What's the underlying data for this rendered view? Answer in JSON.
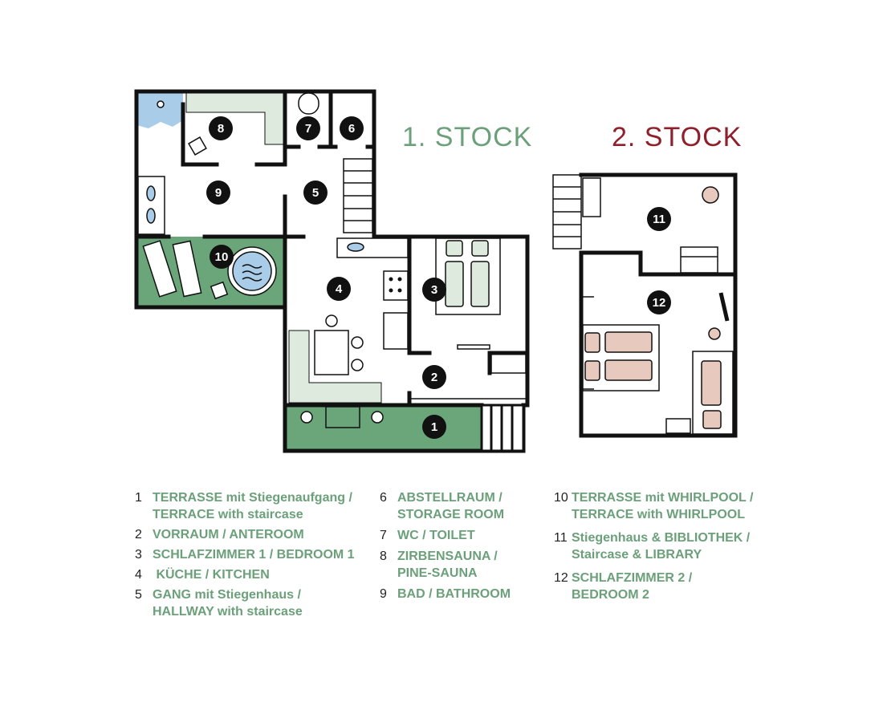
{
  "floors": {
    "first": {
      "title": "1. STOCK",
      "color": "#6ba07a"
    },
    "second": {
      "title": "2. STOCK",
      "color": "#8f1f2a"
    }
  },
  "colors": {
    "wall": "#111111",
    "terrace_green": "#6aa679",
    "light_green": "#dfeadf",
    "water_blue": "#a9cde8",
    "bed_pink": "#e8c9bd",
    "label_green": "#6ba07a",
    "number_dark": "#222222"
  },
  "rooms": [
    {
      "id": "1",
      "label": "1"
    },
    {
      "id": "2",
      "label": "2"
    },
    {
      "id": "3",
      "label": "3"
    },
    {
      "id": "4",
      "label": "4"
    },
    {
      "id": "5",
      "label": "5"
    },
    {
      "id": "6",
      "label": "6"
    },
    {
      "id": "7",
      "label": "7"
    },
    {
      "id": "8",
      "label": "8"
    },
    {
      "id": "9",
      "label": "9"
    },
    {
      "id": "10",
      "label": "10"
    },
    {
      "id": "11",
      "label": "11"
    },
    {
      "id": "12",
      "label": "12"
    }
  ],
  "legend": {
    "col1": [
      {
        "num": "1",
        "lines": [
          "TERRASSE mit Stiegenaufgang /",
          "TERRACE with staircase"
        ]
      },
      {
        "num": "2",
        "lines": [
          "VORRAUM / ANTEROOM"
        ]
      },
      {
        "num": "3",
        "lines": [
          "SCHLAFZIMMER 1 / BEDROOM 1"
        ]
      },
      {
        "num": "4",
        "lines": [
          " KÜCHE / KITCHEN"
        ]
      },
      {
        "num": "5",
        "lines": [
          "GANG mit Stiegenhaus /",
          "HALLWAY with staircase"
        ]
      }
    ],
    "col2": [
      {
        "num": "6",
        "lines": [
          "ABSTELLRAUM /",
          "STORAGE ROOM"
        ]
      },
      {
        "num": "7",
        "lines": [
          "WC / TOILET"
        ]
      },
      {
        "num": "8",
        "lines": [
          "ZIRBENSAUNA /",
          "PINE-SAUNA"
        ]
      },
      {
        "num": "9",
        "lines": [
          "BAD / BATHROOM"
        ]
      }
    ],
    "col3": [
      {
        "num": "10",
        "lines": [
          "TERRASSE mit WHIRLPOOL /",
          "TERRACE with WHIRLPOOL"
        ]
      },
      {
        "num": "11",
        "lines": [
          "Stiegenhaus & BIBLIOTHEK /",
          "Staircase & LIBRARY"
        ]
      },
      {
        "num": "12",
        "lines": [
          "SCHLAFZIMMER 2 /",
          "BEDROOM 2"
        ]
      }
    ]
  }
}
